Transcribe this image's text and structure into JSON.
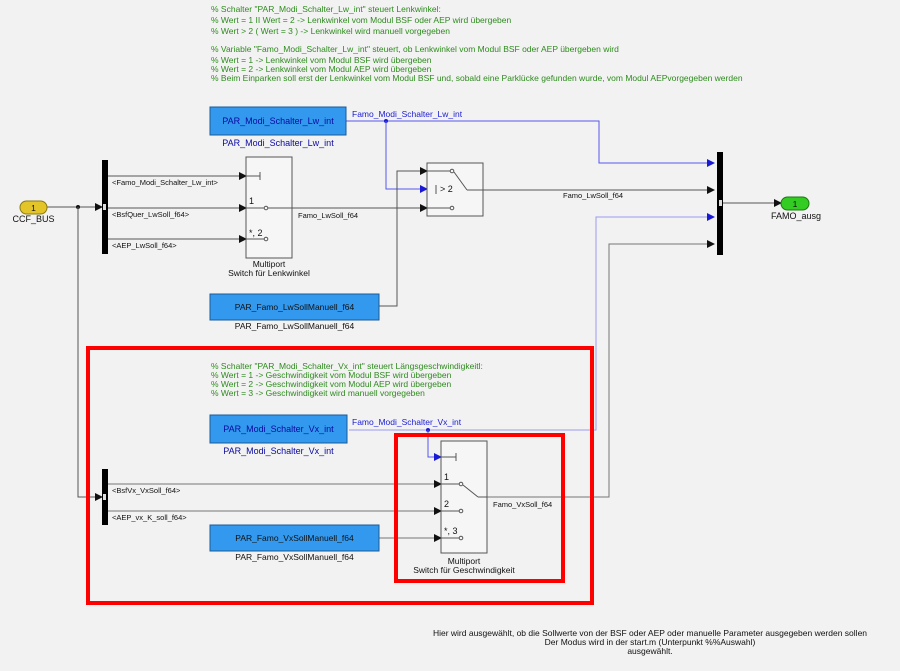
{
  "comments": {
    "lw": [
      "% Schalter \"PAR_Modi_Schalter_Lw_int\" steuert Lenkwinkel:",
      "% Wert = 1 II Wert = 2 -> Lenkwinkel vom Modul BSF oder AEP wird übergeben",
      "% Wert > 2 ( Wert = 3 ) -> Lenkwinkel wird manuell vorgegeben",
      "",
      "% Variable \"Famo_Modi_Schalter_Lw_int\" steuert, ob Lenkwinkel vom Modul BSF oder AEP übergeben wird",
      "% Wert = 1 -> Lenkwinkel vom Modul BSF wird übergeben",
      "% Wert = 2 -> Lenkwinkel vom Modul AEP wird übergeben",
      "% Beim Einparken soll erst der Lenkwinkel vom Modul BSF und, sobald eine Parklücke gefunden wurde, vom Modul AEPvorgegeben werden"
    ],
    "vx": [
      "% Schalter \"PAR_Modi_Schalter_Vx_int\" steuert Längsgeschwindigkeitl:",
      "% Wert = 1 -> Geschwindigkeit vom Modul BSF wird übergeben",
      "% Wert = 2 -> Geschwindigkeit vom Modul AEP wird übergeben",
      "% Wert = 3 -> Geschwindigkeit wird manuell vorgegeben"
    ]
  },
  "inport": {
    "number": "1",
    "name": "CCF_BUS",
    "color": "#e3c52a"
  },
  "outport": {
    "number": "1",
    "name": "FAMO_ausg",
    "color": "#33cc22"
  },
  "constants": {
    "modi_lw": {
      "value": "PAR_Modi_Schalter_Lw_int",
      "label": "PAR_Modi_Schalter_Lw_int"
    },
    "lw_manuell": {
      "value": "PAR_Famo_LwSollManuell_f64",
      "label": "PAR_Famo_LwSollManuell_f64"
    },
    "modi_vx": {
      "value": "PAR_Modi_Schalter_Vx_int",
      "label": "PAR_Modi_Schalter_Vx_int"
    },
    "vx_manuell": {
      "value": "PAR_Famo_VxSollManuell_f64",
      "label": "PAR_Famo_VxSollManuell_f64"
    }
  },
  "bus_selector_lw": {
    "signals": [
      "<Famo_Modi_Schalter_Lw_int>",
      "<BsfQuer_LwSoll_f64>",
      "<AEP_LwSoll_f64>"
    ]
  },
  "bus_selector_vx": {
    "signals": [
      "<BsfVx_VxSoll_f64>",
      "<AEP_vx_K_soll_f64>"
    ]
  },
  "multiport_lw": {
    "ports": [
      "1",
      "*, 2"
    ],
    "name_line1": "Multiport",
    "name_line2": "Switch für Lenkwinkel"
  },
  "multiport_vx": {
    "ports": [
      "1",
      "2",
      "*, 3"
    ],
    "name_line1": "Multiport",
    "name_line2": "Switch für Geschwindigkeit"
  },
  "switch": {
    "criteria": "> 2"
  },
  "signals": {
    "famo_modi_lw": "Famo_Modi_Schalter_Lw_int",
    "famo_lwsoll_mp": "Famo_LwSoll_f64",
    "famo_lwsoll_out": "Famo_LwSoll_f64",
    "famo_modi_vx": "Famo_Modi_Schalter_Vx_int",
    "famo_vxsoll": "Famo_VxSoll_f64"
  },
  "note": [
    "Hier wird ausgewählt, ob die Sollwerte von der BSF oder AEP oder manuelle Parameter ausgegeben werden sollen",
    "Der Modus wird in der start.m (Unterpunkt %%Auswahl)",
    "ausgewählt."
  ],
  "colors": {
    "highlight": "#ff0000",
    "constant_fill": "#3399ee",
    "signal_blue": "#2222dd",
    "comment": "#2e8b1e"
  }
}
